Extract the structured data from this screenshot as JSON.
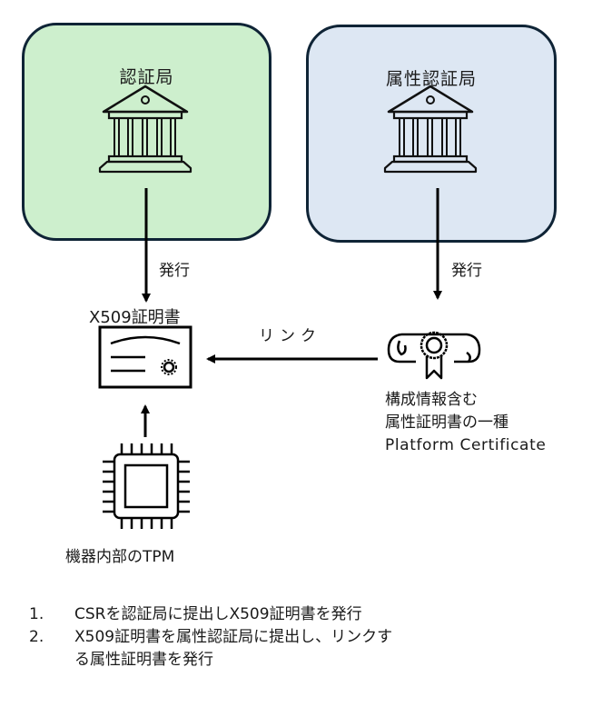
{
  "nodes": {
    "certificate_authority": {
      "title": "認証局",
      "icon": "bank-building-icon",
      "fill": "#cdefcd"
    },
    "attribute_authority": {
      "title": "属性認証局",
      "icon": "bank-building-icon",
      "fill": "#dde7f3"
    },
    "x509_certificate": {
      "label": "X509証明書",
      "icon": "certificate-document-icon"
    },
    "platform_certificate": {
      "icon": "diploma-scroll-icon",
      "label_lines": [
        "構成情報含む",
        "属性証明書の一種",
        "Platform Certificate"
      ]
    },
    "tpm": {
      "label": "機器内部のTPM",
      "icon": "chip-icon"
    }
  },
  "edges": {
    "ca_issue": "発行",
    "aca_issue": "発行",
    "link": "リンク"
  },
  "steps": [
    {
      "number": "1.",
      "lines": [
        "CSRを認証局に提出しX509証明書を発行"
      ]
    },
    {
      "number": "2.",
      "lines": [
        "X509証明書を属性認証局に提出し、リンクす",
        "る属性証明書を発行"
      ]
    }
  ],
  "colors": {
    "stroke": "#0f2436",
    "line": "#000000"
  }
}
